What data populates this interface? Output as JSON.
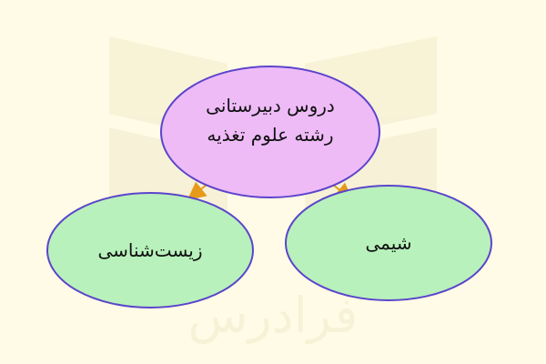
{
  "diagram": {
    "root": {
      "line1": "دروس دبیرستانی",
      "line2": "رشته علوم تغذیه",
      "fill": "#eebbf7"
    },
    "children": [
      {
        "label": "شیمی",
        "fill": "#b8f1bb"
      },
      {
        "label": "زیست‌شناسی",
        "fill": "#b8f1bb"
      }
    ],
    "colors": {
      "background": "#fffbe6",
      "node_stroke": "#5b44cc",
      "arrow": "#e69a1a"
    }
  },
  "watermark": {
    "text": "فرادرس"
  }
}
